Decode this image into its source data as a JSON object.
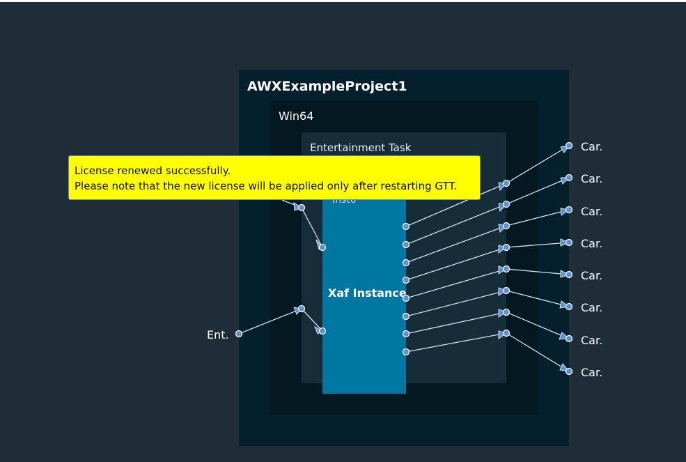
{
  "project": {
    "title": "AWXExampleProject1"
  },
  "platform": {
    "name": "Win64"
  },
  "task": {
    "name": "Entertainment Task"
  },
  "instance": {
    "name": "Inst0",
    "type_label": "Xaf Instance"
  },
  "input_port": {
    "label": "Ent."
  },
  "output_ports": [
    {
      "label": "Car."
    },
    {
      "label": "Car."
    },
    {
      "label": "Car."
    },
    {
      "label": "Car."
    },
    {
      "label": "Car."
    },
    {
      "label": "Car."
    },
    {
      "label": "Car."
    },
    {
      "label": "Car."
    }
  ],
  "notification": {
    "line1": "License renewed successfully.",
    "line2": "Please note that the new license will be applied only after restarting GTT."
  },
  "colors": {
    "background": "#1f2d38",
    "project_box": "#05202d",
    "platform_box": "#031820",
    "task_box": "#162d39",
    "instance_box": "#0077a3",
    "port_fill": "#5b8fd9",
    "toast_background": "#ffff00"
  }
}
